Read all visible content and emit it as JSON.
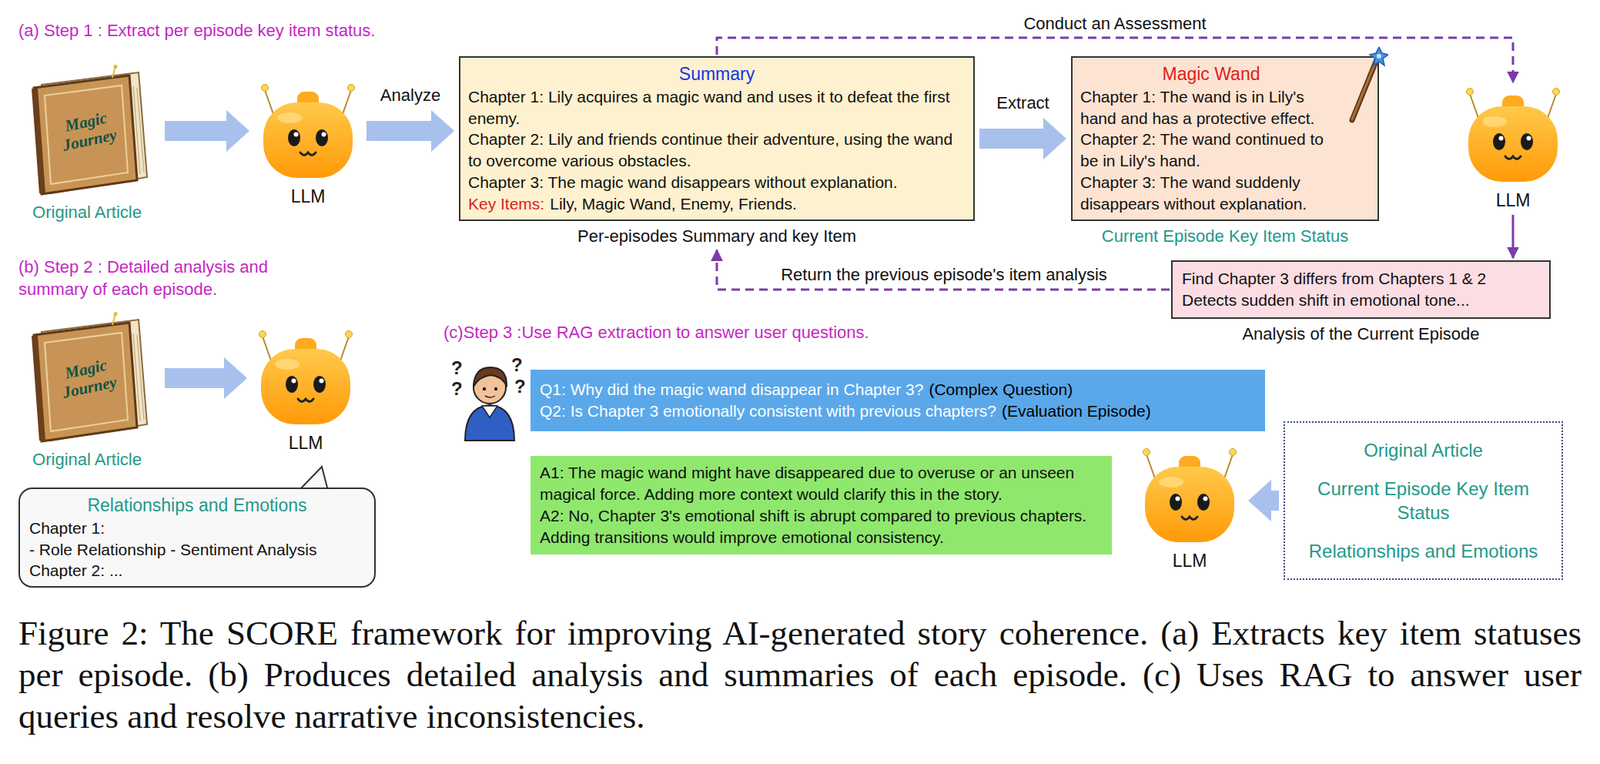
{
  "diagram": {
    "caption": "Figure 2: The SCORE framework for improving AI-generated story coherence. (a) Extracts key item statuses per episode. (b) Produces detailed analysis and summaries of each episode. (c) Uses RAG to answer user queries and resolve narrative inconsistencies.",
    "nodes": [
      {
        "text": [
          "Magic Journey",
          "Original Article"
        ]
      },
      {
        "text": [
          "LLM"
        ]
      },
      {
        "text": [
          "Summary",
          "Chapter 1: Lily acquires a magic wand and uses it to defeat the first enemy.",
          "Chapter 2: Lily and friends continue their adventure, using the wand to overcome various obstacles.",
          "Chapter 3: The magic wand disappears without explanation.",
          "Key Items:",
          "Lily, Magic Wand, Enemy, Friends.",
          "Per-episodes Summary and key Item"
        ]
      },
      {
        "text": [
          "Magic Wand",
          "Chapter 1: The wand is in Lily's hand and has a protective effect.",
          "Chapter 2: The wand continued to be in Lily's hand.",
          "Chapter 3: The wand suddenly disappears without explanation.",
          "Current Episode Key Item Status"
        ]
      },
      {
        "text": [
          "LLM"
        ]
      },
      {
        "text": [
          "Find Chapter 3 differs from Chapters 1 & 2",
          "Detects sudden shift in emotional tone...",
          "Analysis of the Current Episode"
        ]
      },
      {
        "text": [
          "Magic Journey",
          "Original Article"
        ]
      },
      {
        "text": [
          "LLM"
        ]
      },
      {
        "text": [
          "Relationships and Emotions",
          "Chapter 1:",
          "- Role Relationship - Sentiment Analysis",
          "Chapter 2: ..."
        ]
      },
      {
        "text": [
          "Q1: Why did the magic wand disappear in Chapter 3?",
          "(Complex Question)",
          "Q2: Is Chapter 3 emotionally consistent with previous chapters?",
          "(Evaluation Episode)"
        ]
      },
      {
        "text": [
          "A1: The magic wand might have disappeared due to overuse or an unseen magical force. Adding more context would clarify this in the story.",
          "A2: No, Chapter 3's emotional shift is abrupt compared to previous chapters. Adding transitions would improve emotional consistency."
        ]
      },
      {
        "text": [
          "LLM"
        ]
      },
      {
        "text": [
          "Original Article",
          "Current Episode Key Item Status",
          "Relationships and Emotions"
        ]
      }
    ],
    "edges": [
      {
        "from": 0,
        "to": 1,
        "arrow": "to"
      },
      {
        "from": 1,
        "to": 2,
        "arrow": "to",
        "label": "Analyze"
      },
      {
        "from": 2,
        "to": 3,
        "arrow": "to",
        "label": "Extract"
      },
      {
        "from": 2,
        "to": 4,
        "arrow": "to",
        "label": "Conduct an Assessment"
      },
      {
        "from": 4,
        "to": 5,
        "arrow": "to"
      },
      {
        "from": 5,
        "to": 2,
        "arrow": "to",
        "label": "Return the previous episode's item analysis"
      },
      {
        "from": 6,
        "to": 7,
        "arrow": "to"
      },
      {
        "from": 12,
        "to": 11,
        "arrow": "to"
      }
    ],
    "labels": [
      "(a) Step 1 : Extract per episode key item status.",
      "(b) Step 2 : Detailed analysis and summary of each episode.",
      "(c)Step 3 :Use RAG extraction to answer user questions.",
      "?",
      "?",
      "?",
      "?"
    ]
  }
}
